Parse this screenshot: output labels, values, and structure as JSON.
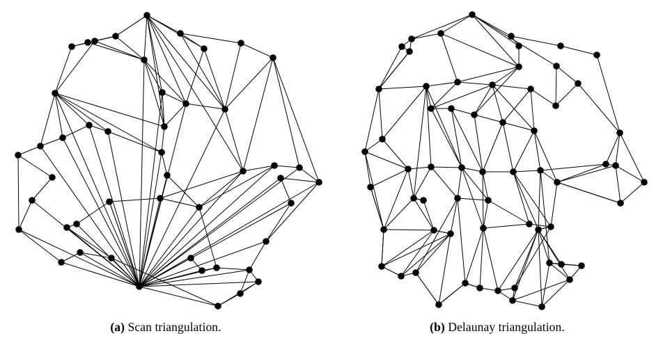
{
  "figure": {
    "background_color": "#ffffff",
    "ink_color": "#000000",
    "vertex_radius": 4.8,
    "edge_width": 1
  },
  "panels": [
    {
      "id": "a",
      "caption_tag": "(a)",
      "caption_text": "Scan triangulation.",
      "points": [
        [
          211,
          22
        ],
        [
          103,
          67
        ],
        [
          166,
          52
        ],
        [
          259,
          48
        ],
        [
          346,
          62
        ],
        [
          392,
          83
        ],
        [
          126,
          61
        ],
        [
          136,
          59
        ],
        [
          79,
          134
        ],
        [
          207,
          86
        ],
        [
          233,
          133
        ],
        [
          293,
          70
        ],
        [
          323,
          157
        ],
        [
          26,
          223
        ],
        [
          58,
          210
        ],
        [
          90,
          198
        ],
        [
          128,
          180
        ],
        [
          155,
          189
        ],
        [
          236,
          182
        ],
        [
          267,
          149
        ],
        [
          349,
          246
        ],
        [
          394,
          238
        ],
        [
          430,
          241
        ],
        [
          458,
          262
        ],
        [
          232,
          219
        ],
        [
          240,
          252
        ],
        [
          96,
          327
        ],
        [
          110,
          322
        ],
        [
          200,
          412
        ],
        [
          157,
          290
        ],
        [
          230,
          285
        ],
        [
          286,
          298
        ],
        [
          313,
          440
        ],
        [
          358,
          388
        ],
        [
          371,
          405
        ],
        [
          345,
          422
        ],
        [
          274,
          371
        ],
        [
          290,
          389
        ],
        [
          311,
          385
        ],
        [
          382,
          347
        ],
        [
          418,
          292
        ],
        [
          403,
          256
        ],
        [
          88,
          377
        ],
        [
          115,
          363
        ],
        [
          160,
          371
        ],
        [
          46,
          288
        ],
        [
          27,
          330
        ],
        [
          75,
          255
        ]
      ],
      "edges": [
        [
          0,
          2
        ],
        [
          0,
          3
        ],
        [
          0,
          9
        ],
        [
          0,
          10
        ],
        [
          0,
          20
        ],
        [
          0,
          12
        ],
        [
          0,
          11
        ],
        [
          0,
          19
        ],
        [
          0,
          18
        ],
        [
          2,
          1
        ],
        [
          2,
          6
        ],
        [
          2,
          7
        ],
        [
          2,
          9
        ],
        [
          1,
          6
        ],
        [
          6,
          7
        ],
        [
          7,
          9
        ],
        [
          3,
          4
        ],
        [
          3,
          11
        ],
        [
          3,
          12
        ],
        [
          4,
          5
        ],
        [
          5,
          12
        ],
        [
          5,
          20
        ],
        [
          5,
          22
        ],
        [
          9,
          10
        ],
        [
          9,
          18
        ],
        [
          9,
          19
        ],
        [
          10,
          19
        ],
        [
          11,
          12
        ],
        [
          12,
          19
        ],
        [
          12,
          20
        ],
        [
          8,
          15
        ],
        [
          8,
          16
        ],
        [
          8,
          17
        ],
        [
          8,
          14
        ],
        [
          8,
          24
        ],
        [
          8,
          18
        ],
        [
          13,
          14
        ],
        [
          14,
          15
        ],
        [
          15,
          16
        ],
        [
          16,
          17
        ],
        [
          17,
          24
        ],
        [
          18,
          24
        ],
        [
          18,
          19
        ],
        [
          24,
          25
        ],
        [
          25,
          28
        ],
        [
          24,
          28
        ],
        [
          17,
          28
        ],
        [
          16,
          28
        ],
        [
          13,
          47
        ],
        [
          47,
          45
        ],
        [
          45,
          46
        ],
        [
          46,
          42
        ],
        [
          42,
          43
        ],
        [
          43,
          44
        ],
        [
          44,
          28
        ],
        [
          26,
          27
        ],
        [
          27,
          29
        ],
        [
          29,
          30
        ],
        [
          30,
          28
        ],
        [
          26,
          28
        ],
        [
          27,
          28
        ],
        [
          29,
          28
        ],
        [
          28,
          36
        ],
        [
          28,
          37
        ],
        [
          28,
          38
        ],
        [
          28,
          31
        ],
        [
          28,
          34
        ],
        [
          28,
          33
        ],
        [
          28,
          39
        ],
        [
          28,
          40
        ],
        [
          28,
          41
        ],
        [
          28,
          20
        ],
        [
          28,
          21
        ],
        [
          28,
          22
        ],
        [
          28,
          23
        ],
        [
          31,
          21
        ],
        [
          20,
          21
        ],
        [
          21,
          22
        ],
        [
          22,
          23
        ],
        [
          23,
          41
        ],
        [
          41,
          40
        ],
        [
          40,
          39
        ],
        [
          39,
          23
        ],
        [
          33,
          39
        ],
        [
          33,
          34
        ],
        [
          34,
          35
        ],
        [
          35,
          32
        ],
        [
          32,
          28
        ],
        [
          32,
          44
        ],
        [
          36,
          37
        ],
        [
          37,
          38
        ],
        [
          38,
          31
        ],
        [
          36,
          28
        ],
        [
          35,
          33
        ],
        [
          20,
          31
        ],
        [
          30,
          31
        ],
        [
          26,
          44
        ],
        [
          45,
          28
        ],
        [
          46,
          28
        ],
        [
          42,
          28
        ],
        [
          43,
          28
        ],
        [
          13,
          46
        ],
        [
          5,
          23
        ],
        [
          4,
          12
        ],
        [
          11,
          19
        ],
        [
          2,
          0
        ],
        [
          6,
          9
        ],
        [
          7,
          8
        ],
        [
          1,
          8
        ],
        [
          10,
          18
        ],
        [
          30,
          20
        ],
        [
          38,
          33
        ],
        [
          34,
          32
        ],
        [
          25,
          31
        ],
        [
          29,
          28
        ],
        [
          15,
          28
        ],
        [
          14,
          28
        ],
        [
          8,
          28
        ],
        [
          9,
          28
        ],
        [
          10,
          28
        ],
        [
          19,
          28
        ],
        [
          12,
          28
        ]
      ]
    },
    {
      "id": "b",
      "caption_tag": "(b)",
      "caption_text": "Delaunay triangulation.",
      "points": [
        [
          678,
          21
        ],
        [
          577,
          67
        ],
        [
          588,
          74
        ],
        [
          591,
          56
        ],
        [
          633,
          48
        ],
        [
          734,
          52
        ],
        [
          805,
          66
        ],
        [
          857,
          79
        ],
        [
          745,
          66
        ],
        [
          745,
          96
        ],
        [
          925,
          262
        ],
        [
          890,
          191
        ],
        [
          884,
          238
        ],
        [
          891,
          292
        ],
        [
          870,
          236
        ],
        [
          544,
          128
        ],
        [
          524,
          218
        ],
        [
          549,
          200
        ],
        [
          532,
          269
        ],
        [
          551,
          330
        ],
        [
          548,
          383
        ],
        [
          576,
          397
        ],
        [
          597,
          392
        ],
        [
          630,
          438
        ],
        [
          668,
          407
        ],
        [
          689,
          414
        ],
        [
          715,
          418
        ],
        [
          739,
          414
        ],
        [
          736,
          432
        ],
        [
          778,
          441
        ],
        [
          818,
          402
        ],
        [
          835,
          382
        ],
        [
          806,
          380
        ],
        [
          789,
          378
        ],
        [
          773,
          330
        ],
        [
          791,
          326
        ],
        [
          760,
          322
        ],
        [
          694,
          328
        ],
        [
          701,
          288
        ],
        [
          657,
          285
        ],
        [
          647,
          336
        ],
        [
          623,
          331
        ],
        [
          608,
          288
        ],
        [
          594,
          285
        ],
        [
          586,
          243
        ],
        [
          619,
          240
        ],
        [
          663,
          241
        ],
        [
          693,
          247
        ],
        [
          737,
          247
        ],
        [
          776,
          245
        ],
        [
          800,
          262
        ],
        [
          767,
          188
        ],
        [
          722,
          176
        ],
        [
          681,
          165
        ],
        [
          648,
          156
        ],
        [
          619,
          156
        ],
        [
          612,
          124
        ],
        [
          657,
          118
        ],
        [
          707,
          122
        ],
        [
          762,
          128
        ],
        [
          798,
          152
        ],
        [
          830,
          120
        ],
        [
          799,
          95
        ]
      ],
      "edges": [
        [
          0,
          4
        ],
        [
          0,
          3
        ],
        [
          0,
          5
        ],
        [
          0,
          8
        ],
        [
          0,
          9
        ],
        [
          0,
          63
        ],
        [
          0,
          62
        ],
        [
          4,
          3
        ],
        [
          3,
          1
        ],
        [
          3,
          2
        ],
        [
          1,
          2
        ],
        [
          2,
          15
        ],
        [
          1,
          15
        ],
        [
          4,
          57
        ],
        [
          4,
          9
        ],
        [
          9,
          8
        ],
        [
          8,
          5
        ],
        [
          5,
          6
        ],
        [
          6,
          7
        ],
        [
          6,
          63
        ],
        [
          7,
          63
        ],
        [
          63,
          62
        ],
        [
          62,
          61
        ],
        [
          61,
          11
        ],
        [
          61,
          60
        ],
        [
          63,
          60
        ],
        [
          62,
          60
        ],
        [
          7,
          11
        ],
        [
          11,
          10
        ],
        [
          10,
          12
        ],
        [
          12,
          14
        ],
        [
          11,
          14
        ],
        [
          11,
          12
        ],
        [
          12,
          13
        ],
        [
          13,
          10
        ],
        [
          14,
          49
        ],
        [
          14,
          50
        ],
        [
          12,
          50
        ],
        [
          13,
          50
        ],
        [
          15,
          2
        ],
        [
          15,
          16
        ],
        [
          15,
          17
        ],
        [
          15,
          56
        ],
        [
          16,
          17
        ],
        [
          17,
          56
        ],
        [
          17,
          44
        ],
        [
          16,
          18
        ],
        [
          18,
          19
        ],
        [
          19,
          20
        ],
        [
          20,
          21
        ],
        [
          21,
          22
        ],
        [
          22,
          23
        ],
        [
          23,
          24
        ],
        [
          24,
          25
        ],
        [
          25,
          26
        ],
        [
          26,
          27
        ],
        [
          27,
          28
        ],
        [
          28,
          29
        ],
        [
          29,
          30
        ],
        [
          30,
          31
        ],
        [
          31,
          32
        ],
        [
          32,
          33
        ],
        [
          33,
          34
        ],
        [
          34,
          35
        ],
        [
          35,
          50
        ],
        [
          50,
          13
        ],
        [
          9,
          57
        ],
        [
          57,
          56
        ],
        [
          56,
          55
        ],
        [
          55,
          54
        ],
        [
          54,
          53
        ],
        [
          53,
          52
        ],
        [
          52,
          51
        ],
        [
          51,
          59
        ],
        [
          59,
          60
        ],
        [
          59,
          58
        ],
        [
          58,
          57
        ],
        [
          58,
          9
        ],
        [
          58,
          52
        ],
        [
          58,
          51
        ],
        [
          57,
          55
        ],
        [
          55,
          58
        ],
        [
          58,
          53
        ],
        [
          53,
          9
        ],
        [
          52,
          59
        ],
        [
          44,
          43
        ],
        [
          43,
          42
        ],
        [
          42,
          41
        ],
        [
          41,
          40
        ],
        [
          40,
          39
        ],
        [
          39,
          38
        ],
        [
          38,
          37
        ],
        [
          37,
          36
        ],
        [
          36,
          35
        ],
        [
          35,
          34
        ],
        [
          34,
          49
        ],
        [
          49,
          48
        ],
        [
          48,
          47
        ],
        [
          47,
          46
        ],
        [
          46,
          45
        ],
        [
          45,
          44
        ],
        [
          44,
          16
        ],
        [
          45,
          43
        ],
        [
          43,
          56
        ],
        [
          45,
          56
        ],
        [
          46,
          56
        ],
        [
          46,
          55
        ],
        [
          46,
          54
        ],
        [
          47,
          54
        ],
        [
          47,
          53
        ],
        [
          47,
          52
        ],
        [
          48,
          52
        ],
        [
          48,
          51
        ],
        [
          49,
          51
        ],
        [
          49,
          50
        ],
        [
          51,
          50
        ],
        [
          16,
          19
        ],
        [
          19,
          18
        ],
        [
          18,
          44
        ],
        [
          19,
          44
        ],
        [
          19,
          43
        ],
        [
          19,
          41
        ],
        [
          21,
          41
        ],
        [
          20,
          41
        ],
        [
          20,
          40
        ],
        [
          21,
          40
        ],
        [
          22,
          40
        ],
        [
          22,
          39
        ],
        [
          24,
          39
        ],
        [
          24,
          37
        ],
        [
          25,
          37
        ],
        [
          26,
          37
        ],
        [
          26,
          34
        ],
        [
          27,
          34
        ],
        [
          27,
          35
        ],
        [
          28,
          34
        ],
        [
          29,
          34
        ],
        [
          30,
          34
        ],
        [
          30,
          33
        ],
        [
          31,
          33
        ],
        [
          32,
          33
        ],
        [
          33,
          49
        ],
        [
          34,
          48
        ],
        [
          38,
          47
        ],
        [
          37,
          47
        ],
        [
          37,
          46
        ],
        [
          39,
          46
        ],
        [
          39,
          45
        ],
        [
          41,
          43
        ],
        [
          42,
          43
        ],
        [
          40,
          41
        ],
        [
          23,
          24
        ],
        [
          23,
          40
        ],
        [
          23,
          22
        ],
        [
          29,
          33
        ],
        [
          28,
          30
        ],
        [
          36,
          38
        ],
        [
          36,
          48
        ],
        [
          38,
          46
        ],
        [
          35,
          48
        ],
        [
          32,
          34
        ],
        [
          26,
          28
        ],
        [
          25,
          24
        ],
        [
          20,
          19
        ]
      ]
    }
  ]
}
